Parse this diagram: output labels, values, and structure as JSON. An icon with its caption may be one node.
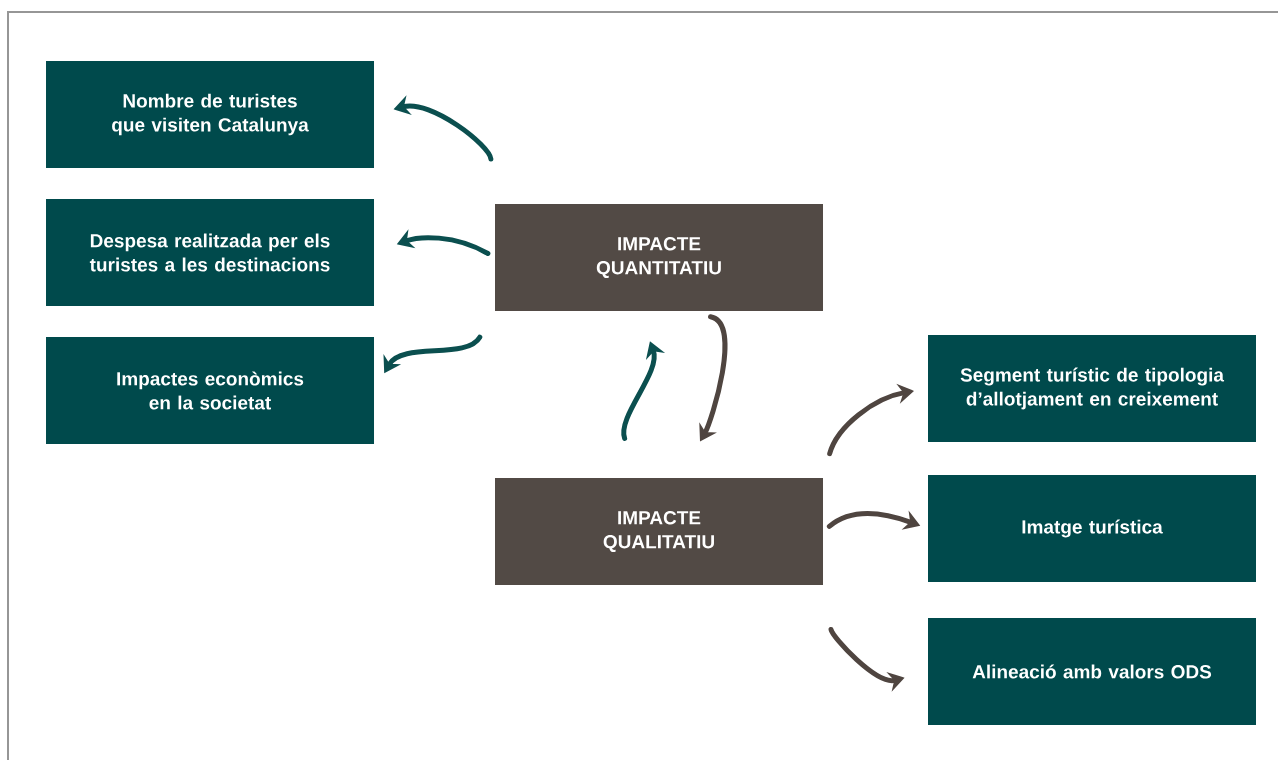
{
  "diagram": {
    "nodes": [
      {
        "text": [
          "Nombre de turistes que visiten Catalunya"
        ]
      },
      {
        "text": [
          "Despesa realitzada per els turistes a les destinacions"
        ]
      },
      {
        "text": [
          "IMPACTE QUANTITATIU"
        ]
      },
      {
        "text": [
          "Impactes econòmics en la societat"
        ]
      },
      {
        "text": [
          "Segment turístic de tipologia d’allotjament en creixement"
        ]
      },
      {
        "text": [
          "IMPACTE QUALITATIU"
        ]
      },
      {
        "text": [
          "Imatge turística"
        ]
      },
      {
        "text": [
          "Alineació amb valors ODS"
        ]
      }
    ],
    "edges": [
      {
        "from": 2,
        "to": 0,
        "arrow": "to"
      },
      {
        "from": 2,
        "to": 1,
        "arrow": "to"
      },
      {
        "from": 2,
        "to": 3,
        "arrow": "to"
      },
      {
        "from": 5,
        "to": 2,
        "arrow": "to"
      },
      {
        "from": 2,
        "to": 5,
        "arrow": "to",
        "color": "#4f4540"
      },
      {
        "from": 5,
        "to": 4,
        "arrow": "to",
        "color": "#4f4540"
      },
      {
        "from": 5,
        "to": 6,
        "arrow": "to",
        "color": "#4f4540"
      },
      {
        "from": 5,
        "to": 7,
        "arrow": "to",
        "color": "#4f4540"
      }
    ]
  }
}
